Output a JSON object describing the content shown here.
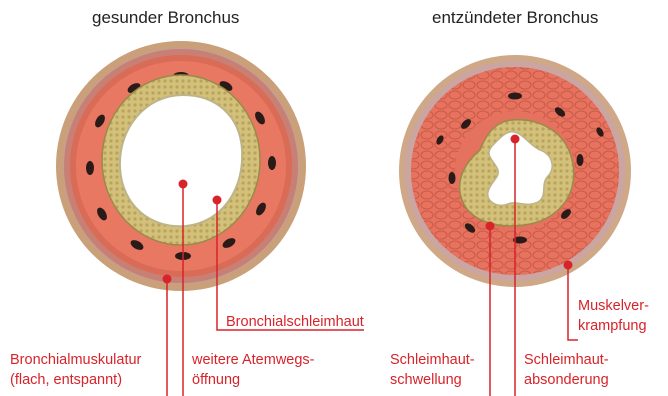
{
  "titles": {
    "left": "gesunder Bronchus",
    "right": "entzündeter Bronchus"
  },
  "labels": {
    "bronchialmuskulatur": [
      "Bronchialmuskulatur",
      "(flach, entspannt)"
    ],
    "atemwegsoeffnung": [
      "weitere Atemwegs-",
      "öffnung"
    ],
    "bronchialschleimhaut": [
      "Bronchialschleimhaut"
    ],
    "schleimhautschwellung": [
      "Schleimhaut-",
      "schwellung"
    ],
    "schleimhautabsonderung": [
      "Schleimhaut-",
      "absonderung"
    ],
    "muskelverkrampfung": [
      "Muskelver-",
      "krampfung"
    ]
  },
  "colors": {
    "label_red": "#d8232a",
    "muscle": "#e87862",
    "outer_tissue": "#c9a07a",
    "mucosa": "#c9b874",
    "lumen": "#ffffff"
  }
}
